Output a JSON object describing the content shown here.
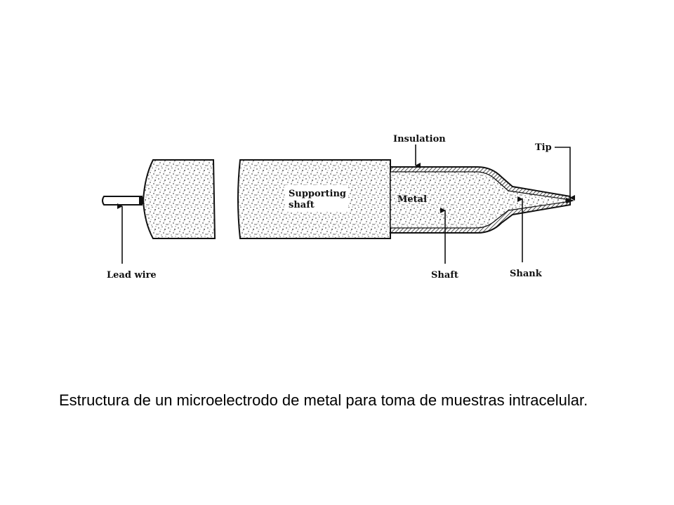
{
  "labels": {
    "insulation": "Insulation",
    "tip": "Tip",
    "supporting_shaft_line1": "Supporting",
    "supporting_shaft_line2": "shaft",
    "metal": "Metal",
    "lead_wire": "Lead wire",
    "shaft": "Shaft",
    "shank": "Shank"
  },
  "caption": "Estructura de un microelectrodo de metal para toma de muestras intracelular.",
  "colors": {
    "ink": "#111111",
    "speckle": "#555555",
    "fill": "#ffffff"
  }
}
